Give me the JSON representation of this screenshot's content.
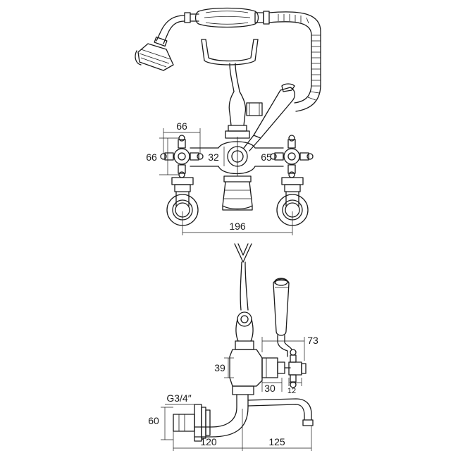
{
  "dimensions": {
    "front_width_handles": "66",
    "front_height_handles": "66",
    "front_center": "32",
    "front_right_handle": "65",
    "front_overall_width": "196",
    "side_top_offset": "73",
    "side_body_height": "39",
    "side_lower_offset": "30",
    "side_small": "12",
    "side_inlet_height": "60",
    "side_inlet_depth": "120",
    "side_spout_reach": "125",
    "side_thread": "G3/4″"
  },
  "colors": {
    "line": "#1a1a1a",
    "background": "#ffffff"
  },
  "icons": [
    "hand-shower-icon",
    "cross-handle-icon",
    "lever-handle-icon",
    "spout-icon"
  ]
}
